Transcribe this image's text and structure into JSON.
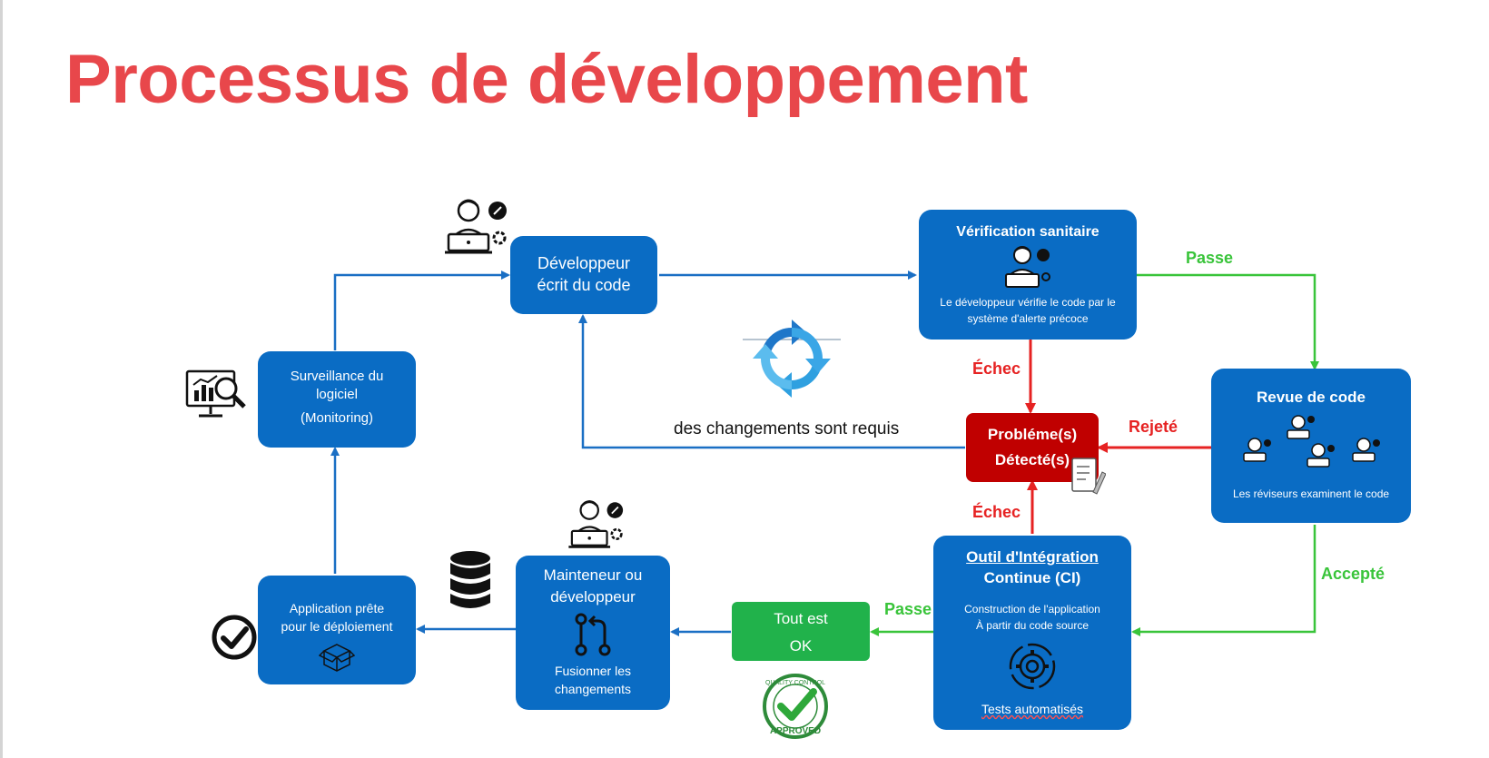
{
  "title": "Processus de développement",
  "nodes": {
    "dev_writes": {
      "line1": "Développeur",
      "line2": "écrit du code"
    },
    "sanity": {
      "title": "Vérification sanitaire",
      "desc1": "Le développeur vérifie le code par le",
      "desc2": "système d'alerte précoce"
    },
    "review": {
      "title": "Revue de code",
      "desc": "Les réviseurs examinent le code"
    },
    "problems": {
      "line1": "Probléme(s)",
      "line2": "Détecté(s)"
    },
    "ci": {
      "title1": "Outil d'Intégration",
      "title2": "Continue (CI)",
      "desc1": "Construction de l'application",
      "desc2": "À partir du code source",
      "footer": "Tests automatisés"
    },
    "ok": {
      "line1": "Tout est",
      "line2": "OK"
    },
    "maintainer": {
      "line1": "Mainteneur ou",
      "line2": "développeur",
      "desc1": "Fusionner les",
      "desc2": "changements"
    },
    "deploy": {
      "line1": "Application prête",
      "line2": "pour le déploiement"
    },
    "monitoring": {
      "line1": "Surveillance du",
      "line2": "logiciel",
      "line3": "(Monitoring)"
    }
  },
  "edge_labels": {
    "passe_top": "Passe",
    "echec_top": "Échec",
    "rejete": "Rejeté",
    "echec_bottom": "Échec",
    "accepte": "Accepté",
    "passe_bottom": "Passe",
    "changes_required": "des changements sont requis"
  },
  "stamp_text": {
    "ring": "QUALITY CONTROL",
    "word": "APPROVED"
  },
  "colors": {
    "title": "#e8474b",
    "box": "#0a6cc4",
    "problem": "#c00000",
    "ok": "#21b24b",
    "arrow_blue": "#1a6fc4",
    "arrow_green": "#39c43a",
    "arrow_red": "#e62222"
  },
  "icons": [
    "developer-laptop-icon",
    "analytics-monitor-icon",
    "database-icon",
    "checkmark-circle-icon",
    "package-box-icon",
    "merge-branch-icon",
    "gear-cycle-icon",
    "refresh-cycle-icon",
    "checklist-pencil-icon",
    "approved-stamp-icon",
    "reviewers-group-icon"
  ]
}
